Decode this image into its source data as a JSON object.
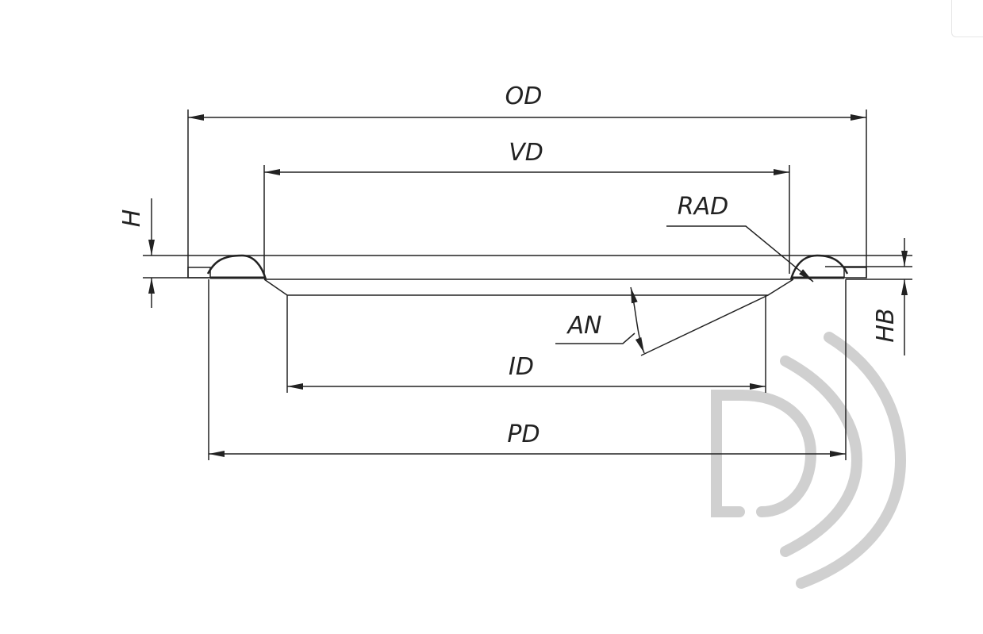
{
  "drawing": {
    "labels": {
      "od": "OD",
      "vd": "VD",
      "rad": "RAD",
      "h": "H",
      "an": "AN",
      "id": "ID",
      "pd": "PD",
      "hb": "HB"
    },
    "colors": {
      "line": "#222222",
      "watermark": "#cfcfcf"
    }
  }
}
